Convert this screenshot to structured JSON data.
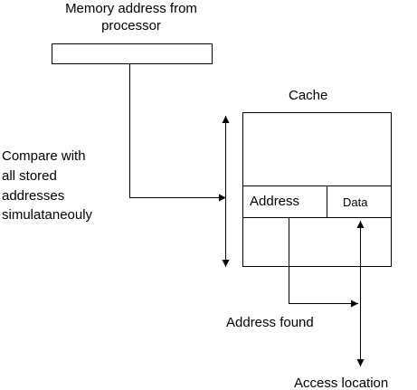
{
  "processor_label_line1": "Memory address from",
  "processor_label_line2": "processor",
  "cache_title": "Cache",
  "compare_lines": [
    "Compare with",
    "all stored",
    "addresses",
    "simulataneouly"
  ],
  "address_cell": "Address",
  "data_cell": "Data",
  "address_found": "Address found",
  "access_location": "Access location"
}
